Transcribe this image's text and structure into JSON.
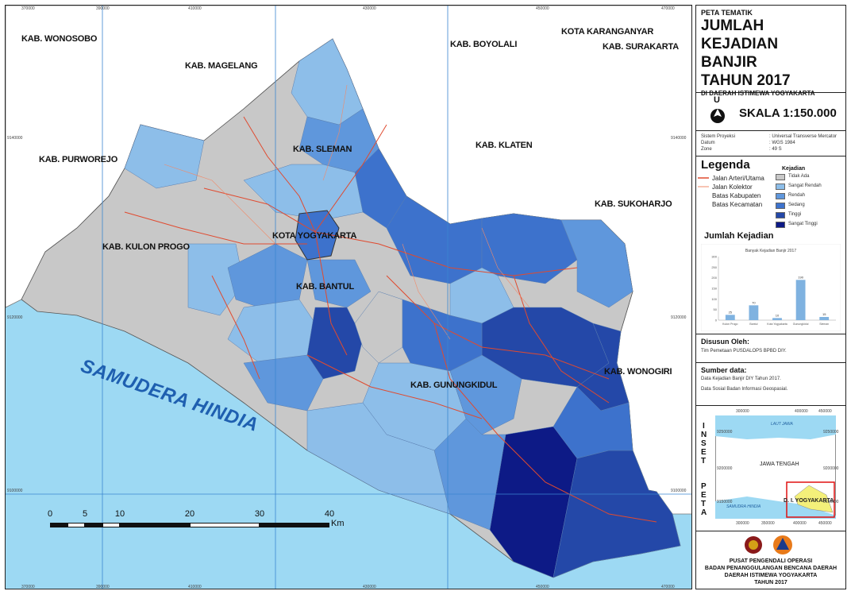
{
  "map": {
    "regions": [
      {
        "label": "KAB. WONOSOBO"
      },
      {
        "label": "KAB. MAGELANG"
      },
      {
        "label": "KAB. BOYOLALI"
      },
      {
        "label": "KOTA KARANGANYAR"
      },
      {
        "label": "KAB. SURAKARTA"
      },
      {
        "label": "KAB. PURWOREJO"
      },
      {
        "label": "KAB. SLEMAN"
      },
      {
        "label": "KAB. KLATEN"
      },
      {
        "label": "KAB. SUKOHARJO"
      },
      {
        "label": "KAB. KULON PROGO"
      },
      {
        "label": "KOTA YOGYAKARTA"
      },
      {
        "label": "KAB. BANTUL"
      },
      {
        "label": "KAB. GUNUNGKIDUL"
      },
      {
        "label": "KAB. WONOGIRI"
      }
    ],
    "sea_label": "SAMUDERA HINDIA",
    "ticks_top": [
      "370000",
      "390000",
      "410000",
      "430000",
      "450000",
      "470000"
    ],
    "ticks_bottom": [
      "370000",
      "390000",
      "410000",
      "430000",
      "450000",
      "470000"
    ],
    "ticks_left": [
      "9140000",
      "9120000",
      "9100000"
    ],
    "ticks_right": [
      "9140000",
      "9120000",
      "9100000"
    ],
    "scale_numbers": [
      "0",
      "5",
      "10",
      "20",
      "30",
      "40"
    ],
    "scale_unit": "Km",
    "colors": {
      "sea": "#9dd9f3",
      "none": "#c8c8c8",
      "very_low": "#8dbee9",
      "low": "#5f97dc",
      "medium": "#3d72cc",
      "high": "#2448a8",
      "very_high": "#0d1a86",
      "outside": "#ffffff",
      "road_main": "#e04a2f",
      "road_collector": "#f08a6a"
    }
  },
  "panel": {
    "title_small": "PETA TEMATIK",
    "title_line1": "JUMLAH KEJADIAN",
    "title_line2": "BANJIR",
    "title_line3": "TAHUN 2017",
    "title_sub": "DI DAERAH ISTIMEWA YOGYAKARTA",
    "north_letter": "U",
    "scale": "SKALA 1:150.000",
    "projection": {
      "rows": [
        {
          "key": "Sistem Proyeksi",
          "val": ": Universal Transverse Mercator"
        },
        {
          "key": "Datum",
          "val": ": WGS 1984"
        },
        {
          "key": "Zone",
          "val": ": 49 S"
        }
      ]
    },
    "legend": {
      "title": "Legenda",
      "lines": [
        "Jalan Arteri/Utama",
        "Jalan Kolektor",
        "Batas Kabupaten",
        "Batas Kecamatan"
      ],
      "kejadian_title": "Kejadian",
      "classes": [
        "Tidak Ada",
        "Sangat Rendah",
        "Rendah",
        "Sedang",
        "Tinggi",
        "Sangat Tinggi"
      ]
    },
    "chart_section_title": "Jumlah Kejadian",
    "disusun_title": "Disusun Oleh:",
    "disusun_text": "Tim Pemetaan PUSDALOPS BPBD DIY.",
    "sumber_title": "Sumber data:",
    "sumber_lines": [
      "Data Kejadian Banjir DIY Tahun 2017.",
      "Data Sosial Badan Informasi Geospasial."
    ],
    "inset": {
      "side_letters": [
        "I",
        "N",
        "S",
        "E",
        "T",
        "",
        "P",
        "E",
        "T",
        "A"
      ],
      "laut_jawa": "LAUT JAWA",
      "jawa_tengah": "JAWA TENGAH",
      "samudra": "SAMUDRA HINDIA",
      "diy": "D. I. YOGYAKARTA",
      "ticks_top": [
        "300000",
        "400000",
        "450000"
      ],
      "ticks_bottom": [
        "300000",
        "350000",
        "400000",
        "450000"
      ],
      "ticks_left": [
        "9250000",
        "9200000",
        "9150000"
      ],
      "ticks_right": [
        "9250000",
        "9200000",
        "9150000"
      ]
    },
    "footer": {
      "line1": "PUSAT PENGENDALI OPERASI",
      "line2": "BADAN PENANGGULANGAN BENCANA DAERAH",
      "line3": "DAERAH ISTIMEWA YOGYAKARTA",
      "line4": "TAHUN 2017"
    }
  },
  "chart_data": {
    "type": "bar",
    "title": "Banyak Kejadian Banjir 2017",
    "categories": [
      "Kulon Progo",
      "Bantul",
      "Kota Yogyakarta",
      "Gunungkidul",
      "Sleman"
    ],
    "values": [
      25,
      70,
      10,
      190,
      15
    ],
    "data_labels": [
      "25",
      "70",
      "10",
      "190",
      "15"
    ],
    "yticks": [
      "0",
      "50",
      "100",
      "150",
      "200",
      "250",
      "300"
    ],
    "ylim": [
      0,
      300
    ],
    "bar_color": "#7fb2e0",
    "grid": false
  }
}
